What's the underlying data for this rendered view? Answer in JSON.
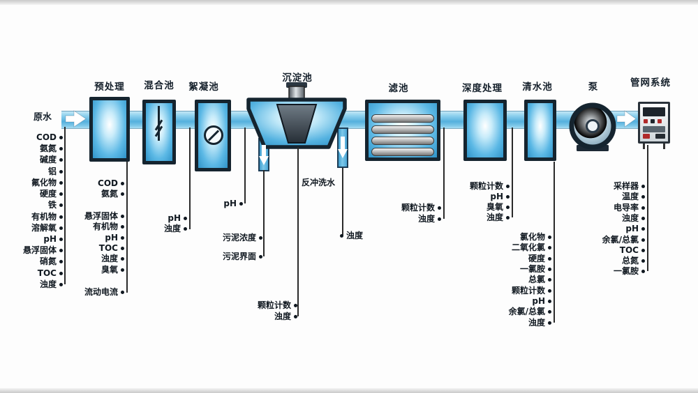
{
  "source": {
    "label": "原水"
  },
  "units": {
    "pretreatment": "预处理",
    "mixing": "混合池",
    "flocculation": "絮凝池",
    "sedimentation": "沉淀池",
    "filter": "滤池",
    "advanced": "深度处理",
    "clearwater": "清水池",
    "pump": "泵",
    "network": "管网系统"
  },
  "groups": {
    "raw": {
      "items": [
        "COD",
        "氨氮",
        "碱度",
        "铝",
        "氟化物",
        "硬度",
        "铁",
        "有机物",
        "溶解氧",
        "pH",
        "悬浮固体",
        "硝氮",
        "TOC",
        "浊度"
      ]
    },
    "pretreatment": {
      "items": [
        "COD",
        "氨氮",
        "悬浮固体",
        "有机物",
        "pH",
        "TOC",
        "浊度",
        "臭氧",
        "流动电流"
      ]
    },
    "mixing": {
      "items": [
        "pH",
        "浊度"
      ]
    },
    "flocculation": {
      "items": [
        "pH"
      ]
    },
    "sludge": {
      "items": [
        "污泥浓度",
        "污泥界面"
      ]
    },
    "sed_underflow": {
      "items": [
        "颗粒计数",
        "浊度"
      ]
    },
    "backwash": {
      "label": "反冲洗水",
      "items": [
        "浊度"
      ]
    },
    "filter_out": {
      "items": [
        "颗粒计数",
        "浊度"
      ]
    },
    "advanced_out": {
      "items": [
        "颗粒计数",
        "pH",
        "臭氧",
        "浊度"
      ]
    },
    "clearwater_out": {
      "items": [
        "氯化物",
        "二氧化氯",
        "硬度",
        "一氯胺",
        "总氯",
        "颗粒计数",
        "pH",
        "余氯/总氯",
        "浊度"
      ]
    },
    "network_out": {
      "items": [
        "采样器",
        "温度",
        "电导率",
        "浊度",
        "pH",
        "余氯/总氯",
        "TOC",
        "总氮",
        "一氯胺"
      ]
    }
  },
  "colors": {
    "pipe_blue": "#55b0dd",
    "tank_border": "#15242f",
    "line": "#2a2a2a"
  }
}
